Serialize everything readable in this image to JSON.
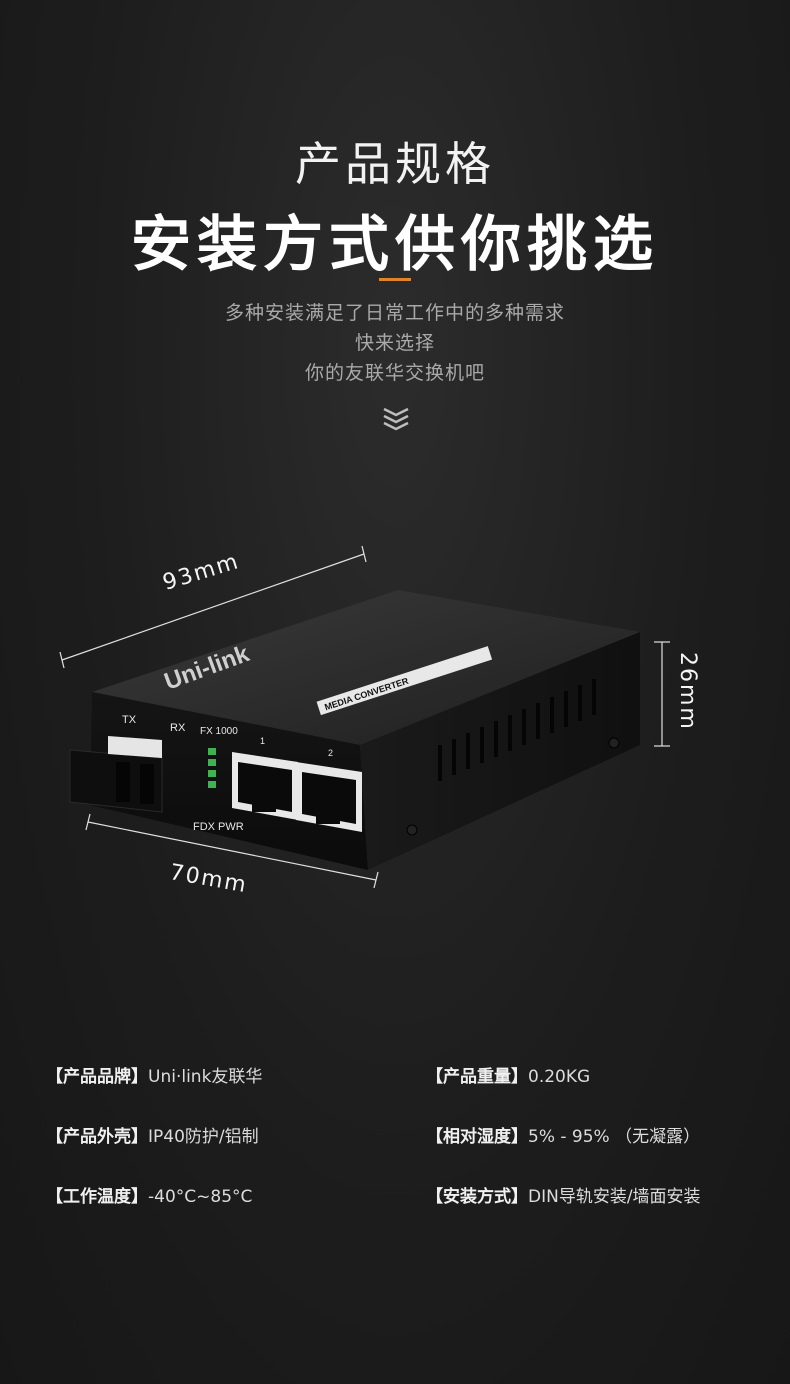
{
  "header": {
    "subtitle": "产品规格",
    "title": "安装方式供你挑选",
    "accent_color": "#e0832b"
  },
  "description": {
    "lines": [
      "多种安装满足了日常工作中的多种需求",
      "快来选择",
      "你的友联华交换机吧"
    ]
  },
  "scroll_icon": "triple-chevron-down-icon",
  "product": {
    "brand_logo": "Uni-link",
    "front_labels": {
      "tx": "TX",
      "rx": "RX",
      "fx": "FX 1000",
      "port1": "1",
      "port2": "2",
      "fdx_pwr": "FDX PWR"
    },
    "top_label": "MEDIA CONVERTER",
    "dimensions": {
      "length": "93mm",
      "width": "70mm",
      "height": "26mm"
    }
  },
  "specs": [
    {
      "key": "【产品品牌】",
      "value": "Uni·link友联华"
    },
    {
      "key": "【产品重量】",
      "value": "0.20KG"
    },
    {
      "key": "【产品外壳】",
      "value": "IP40防护/铝制"
    },
    {
      "key": "【相对湿度】",
      "value": "5% - 95% （无凝露）"
    },
    {
      "key": "【工作温度】",
      "value": "-40°C~85°C"
    },
    {
      "key": "【安装方式】",
      "value": "DIN导轨安装/墙面安装"
    }
  ]
}
